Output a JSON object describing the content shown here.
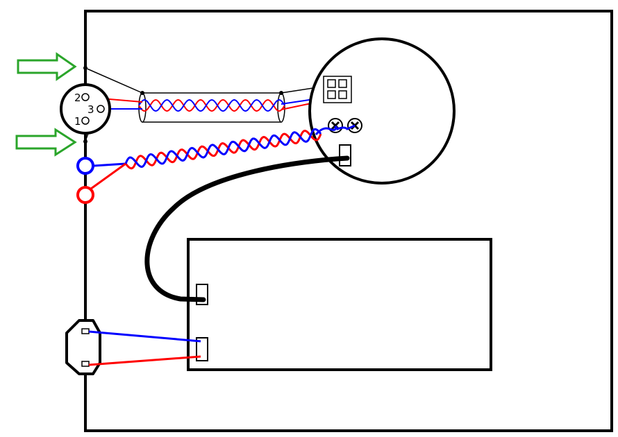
{
  "xlr_pins": [
    {
      "label": "2"
    },
    {
      "label": "3"
    },
    {
      "label": "1"
    }
  ],
  "colors": {
    "outline": "#000000",
    "wire_hot": "#ff0000",
    "wire_cold": "#0000ff",
    "arrow": "#2aa52a",
    "background": "#ffffff"
  },
  "icons": {
    "arrow": "arrow-right-icon",
    "screw": "screw-terminal-icon",
    "iec_inlet": "iec-power-inlet-icon"
  }
}
